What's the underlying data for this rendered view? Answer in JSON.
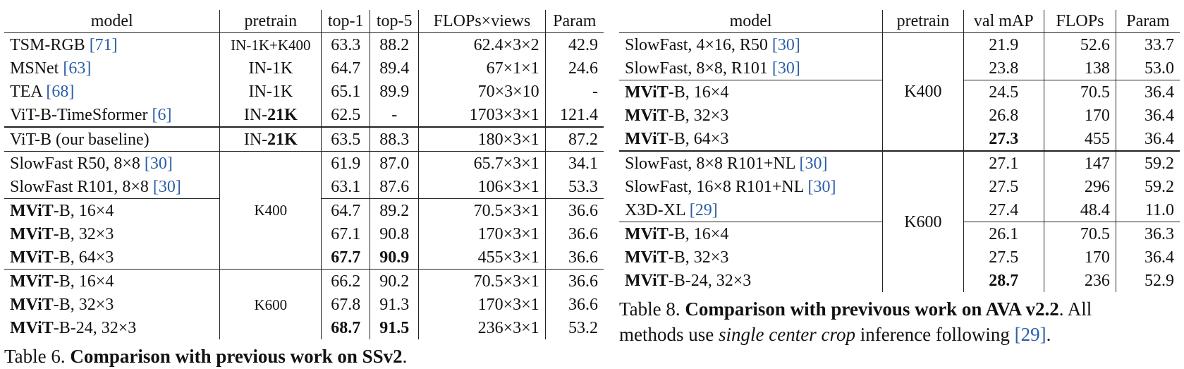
{
  "table6": {
    "headers": [
      "model",
      "pretrain",
      "top-1",
      "top-5",
      "FLOPs×views",
      "Param"
    ],
    "rows": [
      {
        "model": "TSM-RGB",
        "bold_prefix": "",
        "cite": "[71]",
        "pretrain": "IN-1K+K400",
        "top1": "63.3",
        "top5": "88.2",
        "flops": "62.4×3×2",
        "param": "42.9"
      },
      {
        "model": "MSNet",
        "bold_prefix": "",
        "cite": "[63]",
        "pretrain": "IN-1K",
        "top1": "64.7",
        "top5": "89.4",
        "flops": "67×1×1",
        "param": "24.6"
      },
      {
        "model": "TEA",
        "bold_prefix": "",
        "cite": "[68]",
        "pretrain": "IN-1K",
        "top1": "65.1",
        "top5": "89.9",
        "flops": "70×3×10",
        "param": "-"
      },
      {
        "model": "ViT-B-TimeSformer",
        "bold_prefix": "",
        "cite": "[6]",
        "pretrain": "IN-21K",
        "top1": "62.5",
        "top5": "-",
        "flops": "1703×3×1",
        "param": "121.4"
      },
      {
        "model": "ViT-B (our baseline)",
        "bold_prefix": "",
        "cite": "",
        "pretrain": "IN-21K",
        "top1": "63.5",
        "top5": "88.3",
        "flops": "180×3×1",
        "param": "87.2"
      },
      {
        "model": "SlowFast R50, 8×8",
        "bold_prefix": "",
        "cite": "[30]",
        "pretrain": "K400",
        "top1": "61.9",
        "top5": "87.0",
        "flops": "65.7×3×1",
        "param": "34.1"
      },
      {
        "model": "SlowFast R101, 8×8",
        "bold_prefix": "",
        "cite": "[30]",
        "pretrain": "K400",
        "top1": "63.1",
        "top5": "87.6",
        "flops": "106×3×1",
        "param": "53.3"
      },
      {
        "model": "-B, 16×4",
        "bold_prefix": "MViT",
        "cite": "",
        "pretrain": "K400",
        "top1": "64.7",
        "top5": "89.2",
        "flops": "70.5×3×1",
        "param": "36.6"
      },
      {
        "model": "-B, 32×3",
        "bold_prefix": "MViT",
        "cite": "",
        "pretrain": "K400",
        "top1": "67.1",
        "top5": "90.8",
        "flops": "170×3×1",
        "param": "36.6"
      },
      {
        "model": "-B, 64×3",
        "bold_prefix": "MViT",
        "cite": "",
        "pretrain": "K400",
        "top1": "67.7",
        "top5": "90.9",
        "flops": "455×3×1",
        "param": "36.6"
      },
      {
        "model": "-B, 16×4",
        "bold_prefix": "MViT",
        "cite": "",
        "pretrain": "K600",
        "top1": "66.2",
        "top5": "90.2",
        "flops": "70.5×3×1",
        "param": "36.6"
      },
      {
        "model": "-B, 32×3",
        "bold_prefix": "MViT",
        "cite": "",
        "pretrain": "K600",
        "top1": "67.8",
        "top5": "91.3",
        "flops": "170×3×1",
        "param": "36.6"
      },
      {
        "model": "-B-24, 32×3",
        "bold_prefix": "MViT",
        "cite": "",
        "pretrain": "K600",
        "top1": "68.7",
        "top5": "91.5",
        "flops": "236×3×1",
        "param": "53.2"
      }
    ],
    "caption_label": "Table 6.",
    "caption_bold": "Comparison with previous work on SSv2",
    "caption_end": "."
  },
  "table8": {
    "headers": [
      "model",
      "pretrain",
      "val mAP",
      "FLOPs",
      "Param"
    ],
    "rows": [
      {
        "model": "SlowFast, 4×16, R50",
        "bold_prefix": "",
        "cite": "[30]",
        "pretrain": "K400",
        "map": "21.9",
        "flops": "52.6",
        "param": "33.7"
      },
      {
        "model": "SlowFast, 8×8, R101",
        "bold_prefix": "",
        "cite": "[30]",
        "pretrain": "K400",
        "map": "23.8",
        "flops": "138",
        "param": "53.0"
      },
      {
        "model": "-B, 16×4",
        "bold_prefix": "MViT",
        "cite": "",
        "pretrain": "K400",
        "map": "24.5",
        "flops": "70.5",
        "param": "36.4"
      },
      {
        "model": "-B, 32×3",
        "bold_prefix": "MViT",
        "cite": "",
        "pretrain": "K400",
        "map": "26.8",
        "flops": "170",
        "param": "36.4"
      },
      {
        "model": "-B, 64×3",
        "bold_prefix": "MViT",
        "cite": "",
        "pretrain": "K400",
        "map": "27.3",
        "flops": "455",
        "param": "36.4"
      },
      {
        "model": "SlowFast, 8×8 R101+NL",
        "bold_prefix": "",
        "cite": "[30]",
        "pretrain": "K600",
        "map": "27.1",
        "flops": "147",
        "param": "59.2"
      },
      {
        "model": "SlowFast, 16×8 R101+NL",
        "bold_prefix": "",
        "cite": "[30]",
        "pretrain": "K600",
        "map": "27.5",
        "flops": "296",
        "param": "59.2"
      },
      {
        "model": "X3D-XL",
        "bold_prefix": "",
        "cite": "[29]",
        "pretrain": "K600",
        "map": "27.4",
        "flops": "48.4",
        "param": "11.0"
      },
      {
        "model": "-B, 16×4",
        "bold_prefix": "MViT",
        "cite": "",
        "pretrain": "K600",
        "map": "26.1",
        "flops": "70.5",
        "param": "36.3"
      },
      {
        "model": "-B, 32×3",
        "bold_prefix": "MViT",
        "cite": "",
        "pretrain": "K600",
        "map": "27.5",
        "flops": "170",
        "param": "36.4"
      },
      {
        "model": "-B-24, 32×3",
        "bold_prefix": "MViT",
        "cite": "",
        "pretrain": "K600",
        "map": "28.7",
        "flops": "236",
        "param": "52.9"
      }
    ],
    "caption_label": "Table 8.",
    "caption_bold": "Comparison with previvous work on AVA v2.2",
    "caption_mid": ". All",
    "caption_line2_pre": "methods use",
    "caption_italic": "single center crop",
    "caption_line2_post": "inference following",
    "caption_cite": "[29]",
    "caption_end": "."
  }
}
